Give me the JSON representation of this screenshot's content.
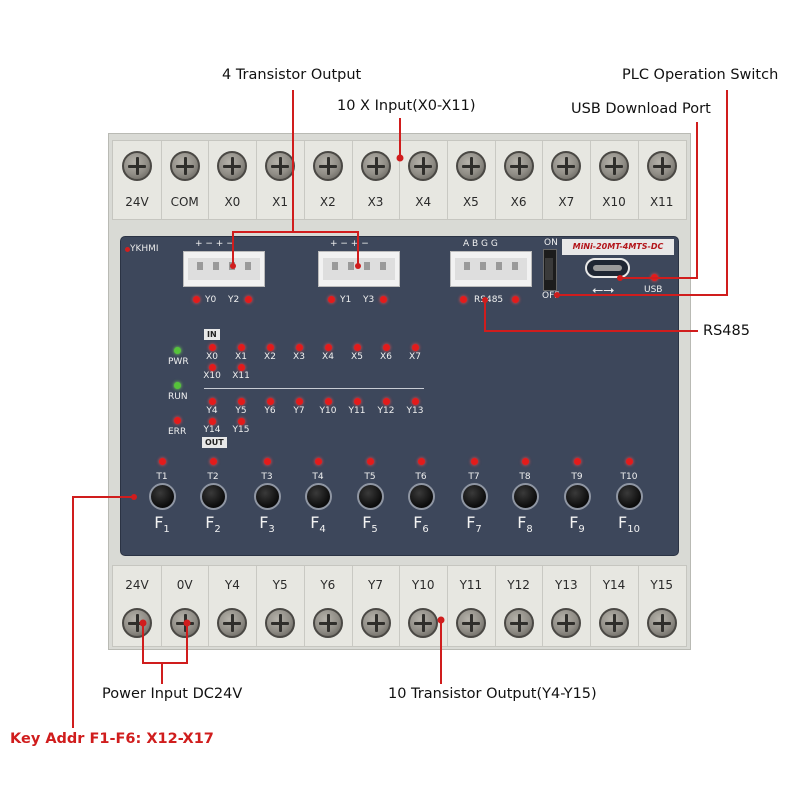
{
  "annotations": {
    "transistor_output_4": "4 Transistor Output",
    "x_input": "10 X Input(X0-X11)",
    "plc_switch": "PLC Operation Switch",
    "usb_port": "USB Download Port",
    "rs485": "RS485",
    "power_input": "Power Input DC24V",
    "transistor_output_10": "10 Transistor  Output(Y4-Y15)",
    "key_addr": "Key Addr F1-F6: X12-X17"
  },
  "top_terminals": [
    "24V",
    "COM",
    "X0",
    "X1",
    "X2",
    "X3",
    "X4",
    "X5",
    "X6",
    "X7",
    "X10",
    "X11"
  ],
  "bottom_terminals": [
    "24V",
    "0V",
    "Y4",
    "Y5",
    "Y6",
    "Y7",
    "Y10",
    "Y11",
    "Y12",
    "Y13",
    "Y14",
    "Y15"
  ],
  "panel": {
    "brand": "YKHMI",
    "model": "MiNi-20MT-4MTS-DC",
    "conn1_pins": "+ − + −",
    "conn2_pins": "+ − + −",
    "conn3_pins": "A  B  G  G",
    "out_leds_1": [
      "Y0",
      "Y2"
    ],
    "out_leds_2": [
      "Y1",
      "Y3"
    ],
    "rs485_label": "RS485",
    "switch_on": "ON",
    "switch_off": "OFF",
    "usb_label": "USB",
    "status": [
      "PWR",
      "RUN",
      "ERR"
    ],
    "in_badge": "IN",
    "out_badge": "OUT",
    "inputs_row1": [
      "X0",
      "X1",
      "X2",
      "X3",
      "X4",
      "X5",
      "X6",
      "X7"
    ],
    "inputs_row2": [
      "X10",
      "X11"
    ],
    "outputs_row1": [
      "Y4",
      "Y5",
      "Y6",
      "Y7",
      "Y10",
      "Y11",
      "Y12",
      "Y13"
    ],
    "outputs_row2": [
      "Y14",
      "Y15"
    ],
    "keys": [
      "T1",
      "T2",
      "T3",
      "T4",
      "T5",
      "T6",
      "T7",
      "T8",
      "T9",
      "T10"
    ],
    "fkeys": [
      "1",
      "2",
      "3",
      "4",
      "5",
      "6",
      "7",
      "8",
      "9",
      "10"
    ]
  },
  "colors": {
    "panel": "#3d475b",
    "annotation_line": "#d01d1d",
    "led": "#e31b1b",
    "led_green": "#56c33a"
  }
}
